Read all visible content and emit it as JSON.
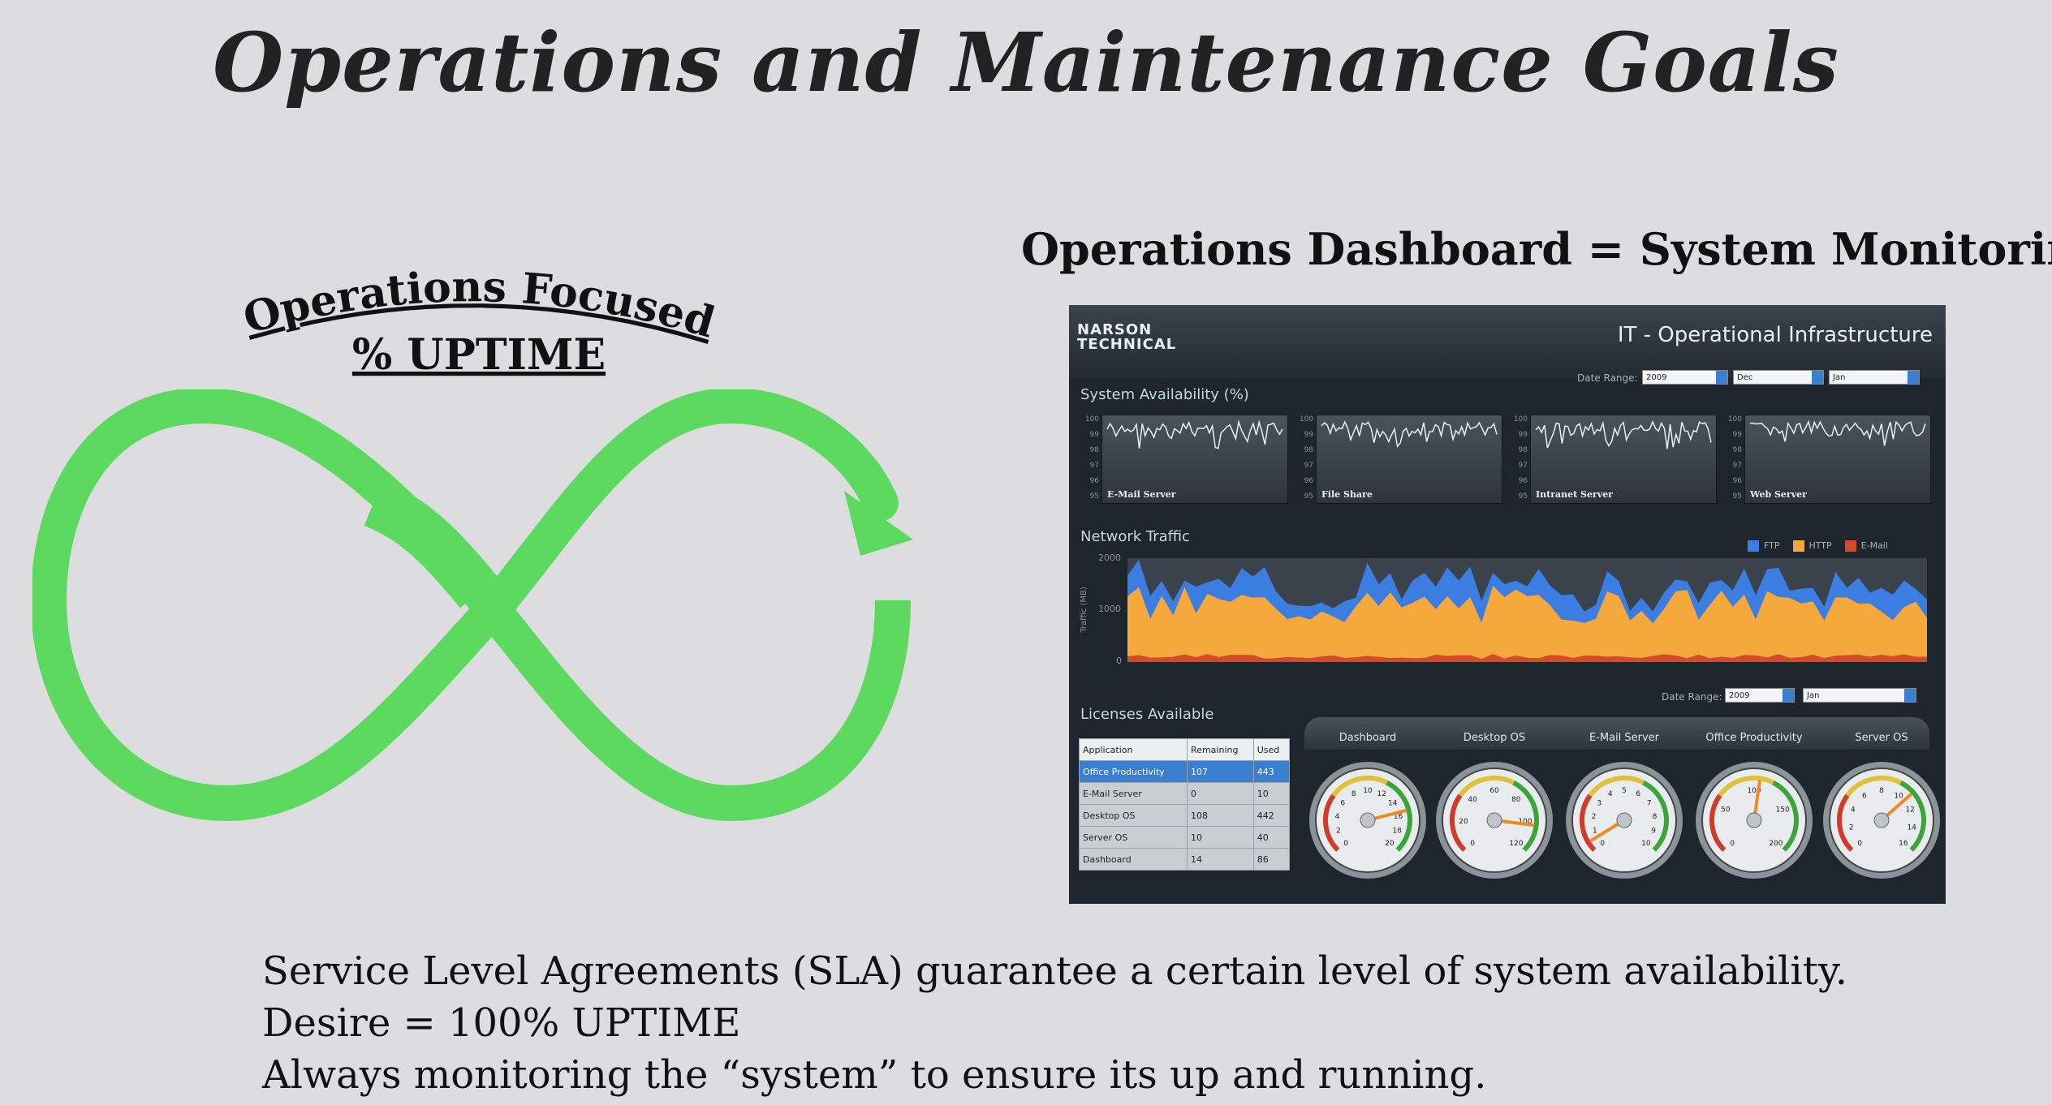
{
  "slide": {
    "title": "Operations and Maintenance Goals",
    "left": {
      "arc_line1": "Operations Focused",
      "arc_line2": "% UPTIME",
      "loop_color": "#5cd95f"
    },
    "right_heading": "Operations Dashboard = System Monitoring",
    "caption_lines": [
      "Service Level Agreements (SLA) guarantee a certain level of system availability.",
      "Desire = 100% UPTIME",
      "Always monitoring the “system” to ensure its up and running."
    ]
  },
  "dashboard": {
    "logo_line1": "NARSON",
    "logo_line2": "TECHNICAL",
    "title": "IT - Operational Infrastructure",
    "date_range_label": "Date Range:",
    "top_range": [
      "2009",
      "Dec",
      "Jan"
    ],
    "availability": {
      "label": "System Availability (%)",
      "y_ticks": [
        "100",
        "99",
        "98",
        "97",
        "96",
        "95"
      ],
      "panels": [
        "E-Mail Server",
        "File Share",
        "Intranet Server",
        "Web Server"
      ]
    },
    "traffic": {
      "label": "Network Traffic",
      "ylabel": "Traffic (MB)",
      "y_ticks": [
        "2000",
        "1000",
        "0"
      ],
      "legend": [
        {
          "name": "FTP",
          "color": "#3b7de0"
        },
        {
          "name": "HTTP",
          "color": "#f5a93c"
        },
        {
          "name": "E-Mail",
          "color": "#d64a2a"
        }
      ]
    },
    "licenses": {
      "label": "Licenses Available",
      "bottom_range": [
        "2009",
        "Jan"
      ],
      "columns": [
        "Application",
        "Remaining",
        "Used"
      ],
      "rows": [
        [
          "Office Productivity",
          "107",
          "443"
        ],
        [
          "E-Mail Server",
          "0",
          "10"
        ],
        [
          "Desktop OS",
          "108",
          "442"
        ],
        [
          "Server OS",
          "10",
          "40"
        ],
        [
          "Dashboard",
          "14",
          "86"
        ]
      ]
    },
    "gauges": [
      {
        "label": "Dashboard",
        "ticks": [
          "0",
          "2",
          "4",
          "6",
          "8",
          "10",
          "12",
          "14",
          "16",
          "18",
          "20"
        ],
        "needle": 0.78
      },
      {
        "label": "Desktop OS",
        "ticks": [
          "0",
          "20",
          "40",
          "60",
          "80",
          "100",
          "120"
        ],
        "needle": 0.86
      },
      {
        "label": "E-Mail Server",
        "ticks": [
          "0",
          "1",
          "2",
          "3",
          "4",
          "5",
          "6",
          "7",
          "8",
          "9",
          "10"
        ],
        "needle": 0.05
      },
      {
        "label": "Office Productivity",
        "ticks": [
          "0",
          "50",
          "100",
          "150",
          "200"
        ],
        "needle": 0.53
      },
      {
        "label": "Server OS",
        "ticks": [
          "0",
          "2",
          "4",
          "6",
          "8",
          "10",
          "12",
          "14",
          "16"
        ],
        "needle": 0.68
      }
    ]
  }
}
